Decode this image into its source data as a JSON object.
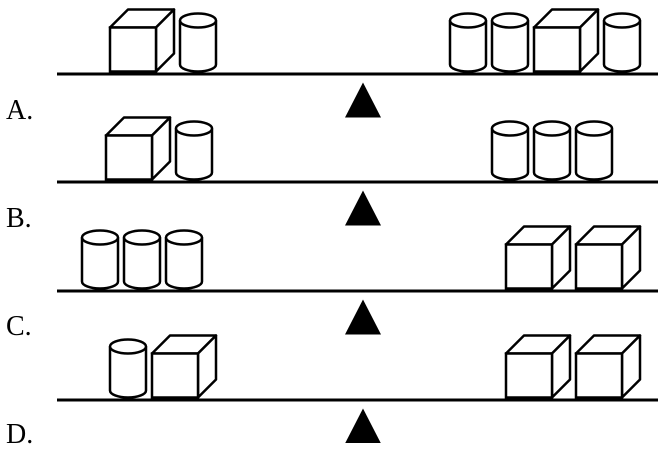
{
  "options": [
    {
      "label": "A.",
      "left": [
        "cube",
        "cylinder"
      ],
      "right": [
        "cylinder",
        "cylinder",
        "cube",
        "cylinder"
      ]
    },
    {
      "label": "B.",
      "left": [
        "cube",
        "cylinder"
      ],
      "right": [
        "cylinder",
        "cylinder",
        "cylinder"
      ]
    },
    {
      "label": "C.",
      "left": [
        "cylinder",
        "cylinder",
        "cylinder"
      ],
      "right": [
        "cube",
        "cube"
      ]
    },
    {
      "label": "D.",
      "left": [
        "cylinder",
        "cube"
      ],
      "right": [
        "cube",
        "cube"
      ]
    }
  ],
  "colors": {
    "stroke": "#000000",
    "fill": "#ffffff",
    "fulcrum": "#000000"
  }
}
